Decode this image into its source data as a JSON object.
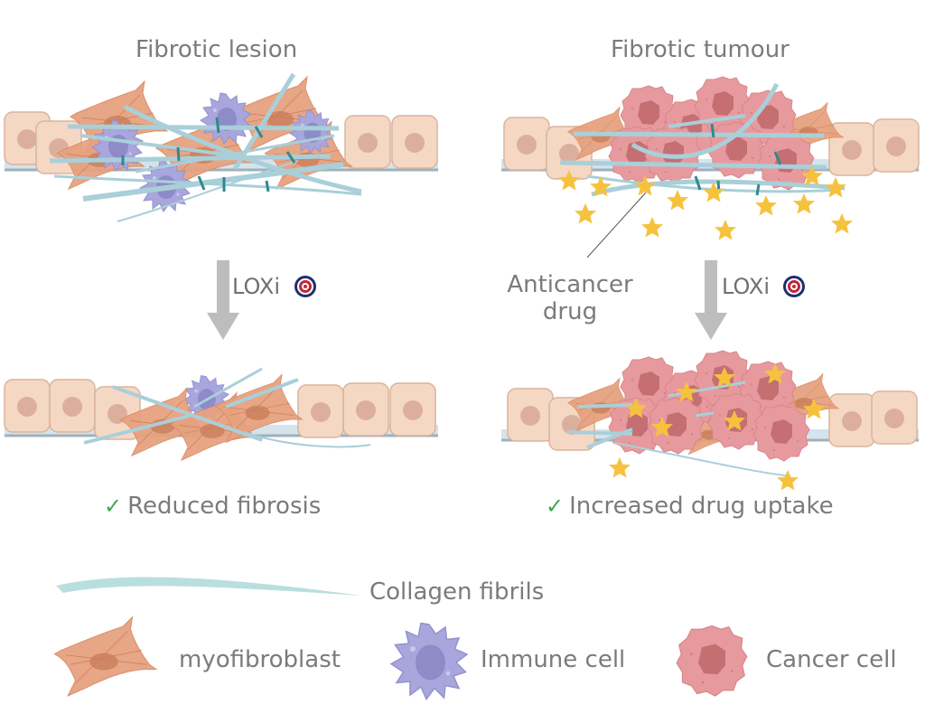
{
  "panels": {
    "left": {
      "title": "Fibrotic lesion",
      "treatment": {
        "label": "LOXi",
        "icon": "target-icon"
      },
      "outcome": "Reduced fibrosis"
    },
    "right": {
      "title": "Fibrotic tumour",
      "annotation": "Anticancer\ndrug",
      "annotation_lines": [
        "Anticancer",
        "drug"
      ],
      "treatment": {
        "label": "LOXi",
        "icon": "target-icon"
      },
      "outcome": "Increased drug uptake"
    }
  },
  "outcome_icon": "check-icon",
  "legend": {
    "collagen": "Collagen fibrils",
    "myofibroblast": "myofibroblast",
    "immune": "Immune cell",
    "cancer": "Cancer cell"
  },
  "colors": {
    "epithelial_cell": "#f5d8c4",
    "epithelial_border": "#d9b49c",
    "nucleus": "#dcaf9d",
    "basement_membrane": "#d5e3ec",
    "basement_line": "#9fb0bc",
    "collagen": "#a9cfd9",
    "crosslink": "#2f8a8c",
    "myofibroblast": "#e6a27f",
    "immune_cell": "#a8a6dc",
    "immune_nucleus": "#8d8bc8",
    "cancer_cell": "#e79a9e",
    "cancer_nucleus": "#c56f72",
    "drug_star": "#f6c23e",
    "arrow": "#bdbdbd",
    "target_blue": "#1f2f6e",
    "target_red": "#c0283a",
    "check": "#3fa94a",
    "text": "#7b7b7b"
  }
}
